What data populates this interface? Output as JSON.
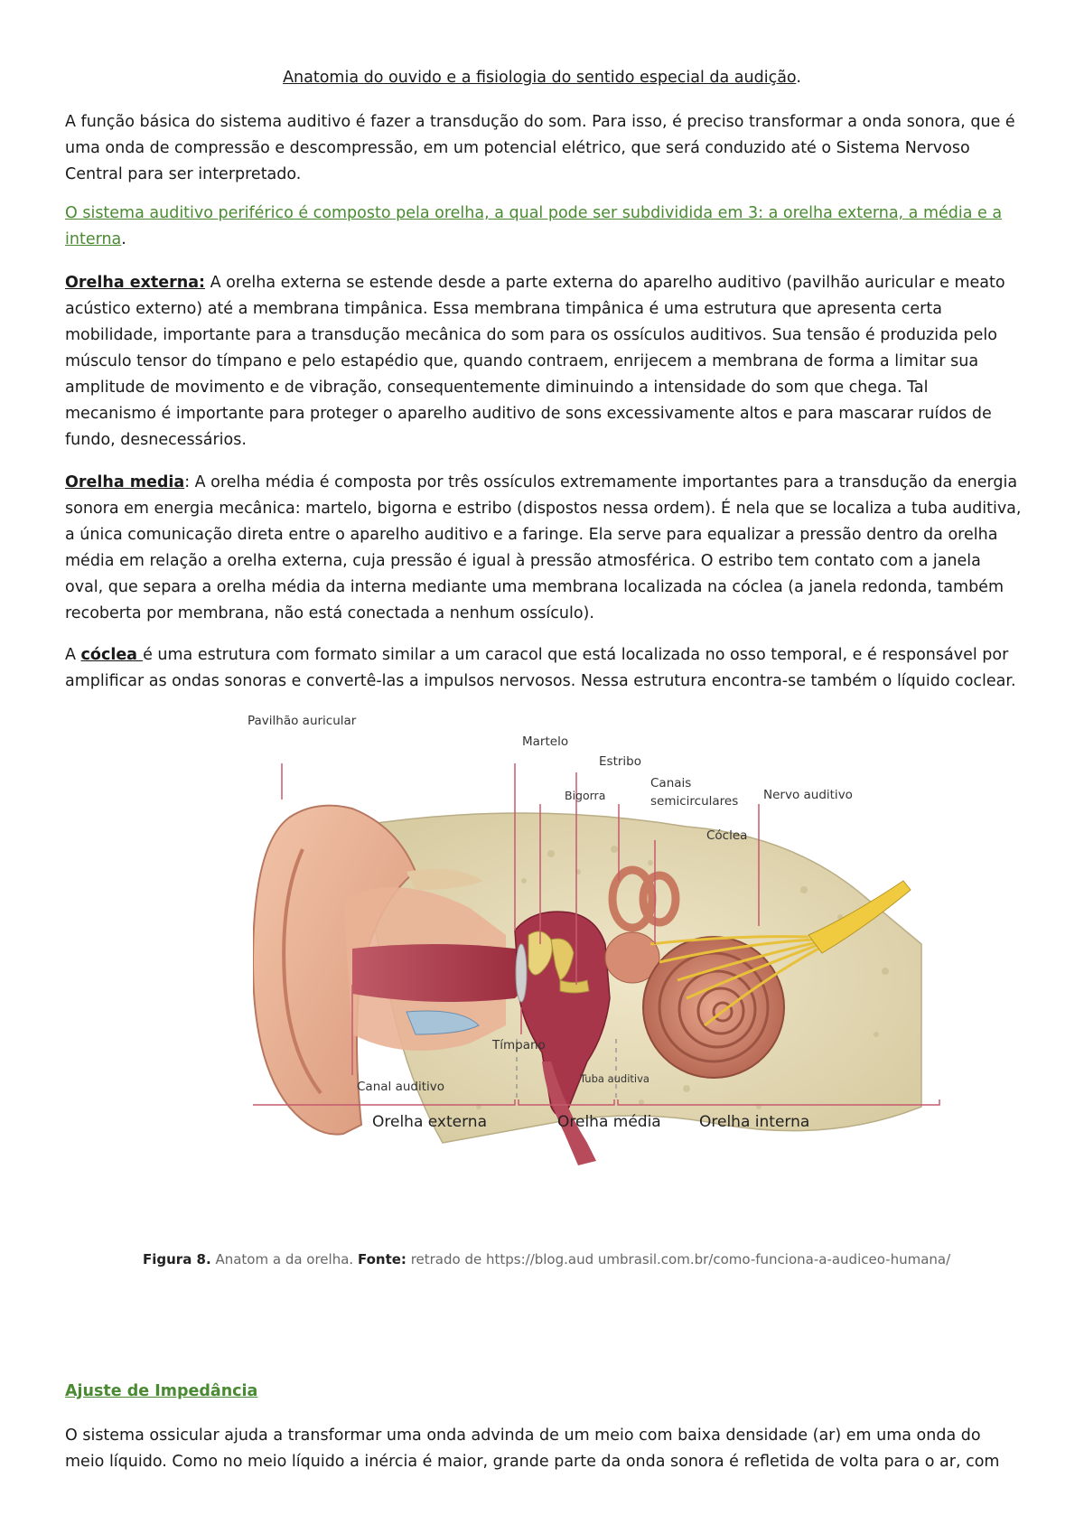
{
  "doc": {
    "title": "Anatomia do ouvido e a fisiologia do sentido especial da audição",
    "title_suffix": ".",
    "p1": "A função básica do sistema auditivo é fazer a transdução do som. Para isso, é preciso transformar a onda sonora, que é uma onda de compressão e descompressão, em um potencial elétrico, que será conduzido até o Sistema Nervoso Central para ser interpretado.",
    "p2": "O sistema auditivo periférico é composto pela orelha, a qual pode ser subdividida em 3: a orelha externa, a média e a interna",
    "p2_suffix": ".",
    "p3_label": "Orelha externa:",
    "p3": " A orelha externa se estende desde a parte externa do aparelho auditivo (pavilhão auricular e meato acústico externo) até a membrana timpânica. Essa membrana timpânica é uma estrutura que apresenta certa mobilidade, importante para a transdução mecânica do som para os ossículos auditivos. Sua tensão é produzida pelo músculo tensor do tímpano e pelo estapédio que, quando contraem, enrijecem a membrana de forma a limitar sua amplitude de movimento e de vibração, consequentemente diminuindo a intensidade do som que chega. Tal mecanismo é importante para proteger o aparelho auditivo de sons excessivamente altos e para mascarar ruídos de fundo, desnecessários.",
    "p4_label": "Orelha media",
    "p4": ": A orelha média é composta por três ossículos extremamente importantes para a transdução da energia sonora em energia mecânica: martelo, bigorna e estribo (dispostos nessa ordem). É nela que se localiza a tuba auditiva, a única comunicação direta entre o aparelho auditivo e a faringe. Ela serve para equalizar a pressão dentro da orelha média em relação a orelha externa, cuja pressão é igual à pressão atmosférica. O estribo tem contato com a janela oval, que separa a orelha média da interna mediante uma membrana localizada na cóclea (a janela redonda, também recoberta por membrana, não está conectada a nenhum ossículo).",
    "p5_prefix": "A ",
    "p5_label": "cóclea ",
    "p5": "é uma estrutura com formato similar a um caracol que está localizada no osso temporal, e é responsável por amplificar as ondas sonoras e convertê-las a impulsos nervosos. Nessa estrutura encontra-se também o líquido coclear.",
    "heading2": "Ajuste de Impedância ",
    "p6": "O sistema ossicular ajuda a transformar uma onda advinda de um meio com baixa densidade (ar) em uma onda do meio líquido. Como no meio líquido a inércia é maior, grande parte da onda sonora é refletida de volta para o ar, com"
  },
  "figure": {
    "labels": {
      "pavilhao": "Pavilhão auricular",
      "martelo": "Martelo",
      "estribo": "Estribo",
      "bigorna": "Bigorra",
      "canais": "Canais",
      "semicirculares": "semicirculares",
      "nervo": "Nervo auditivo",
      "coclea": "Cóclea",
      "timpano": "Tímpano",
      "canal": "Canal auditivo",
      "tuba": "Tuba auditiva"
    },
    "regions": {
      "externa": "Orelha externa",
      "media": "Orelha média",
      "interna": "Orelha interna"
    },
    "caption_label": "Figura 8.",
    "caption_text": " Anatom a da orelha. ",
    "caption_source_label": "Fonte:",
    "caption_source": " retrado de https://blog.aud umbrasil.com.br/como-funciona-a-audiceo-humana/"
  }
}
